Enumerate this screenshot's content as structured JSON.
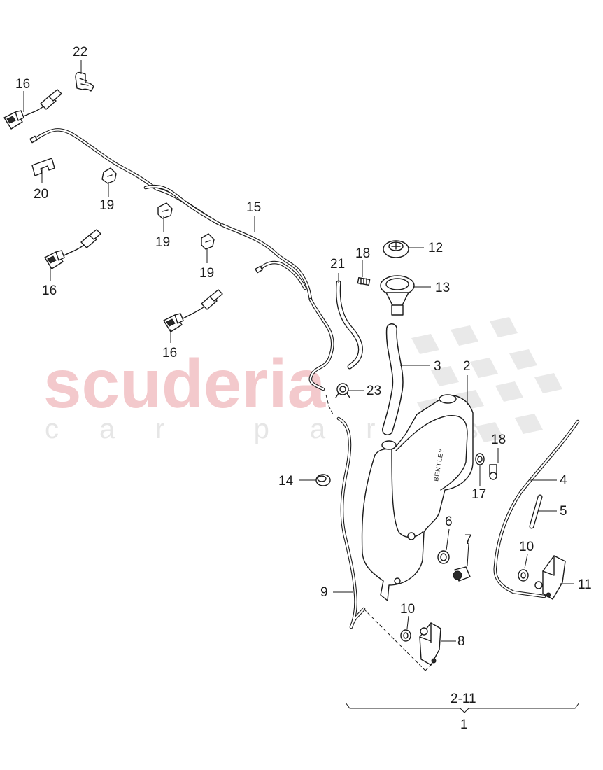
{
  "watermark": {
    "brand": "scuderia",
    "tagline": "car parts",
    "text_color": "#f3c9cc",
    "check_color": "#e9e9e9"
  },
  "tank_brand": "BENTLEY",
  "callouts": {
    "c1": "1",
    "c2": "2",
    "c2_11": "2-11",
    "c3": "3",
    "c4": "4",
    "c5": "5",
    "c6": "6",
    "c7": "7",
    "c8": "8",
    "c9": "9",
    "c10a": "10",
    "c10b": "10",
    "c11": "11",
    "c12": "12",
    "c13": "13",
    "c14": "14",
    "c15": "15",
    "c16a": "16",
    "c16b": "16",
    "c16c": "16",
    "c17": "17",
    "c18a": "18",
    "c18b": "18",
    "c19a": "19",
    "c19b": "19",
    "c19c": "19",
    "c20": "20",
    "c21": "21",
    "c22": "22",
    "c23": "23"
  }
}
